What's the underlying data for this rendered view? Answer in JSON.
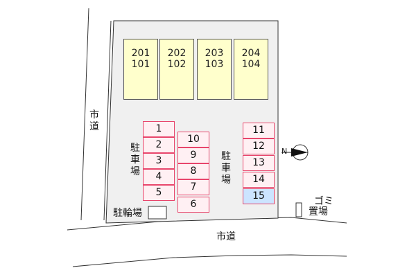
{
  "units": [
    {
      "upper": "201",
      "lower": "101"
    },
    {
      "upper": "202",
      "lower": "102"
    },
    {
      "upper": "203",
      "lower": "103"
    },
    {
      "upper": "204",
      "lower": "104"
    }
  ],
  "parking_left": [
    "1",
    "2",
    "3",
    "4",
    "5"
  ],
  "parking_center": [
    "10",
    "9",
    "8",
    "7",
    "6"
  ],
  "parking_right": [
    "11",
    "12",
    "13",
    "14",
    "15"
  ],
  "labels": {
    "city_road_left": "市道",
    "city_road_bottom": "市道",
    "parking_left": "駐車場",
    "parking_right": "駐車場",
    "bicycle_parking": "駐輪場",
    "garbage_line1": "ゴミ",
    "garbage_line2": "置場",
    "north": "N"
  },
  "colors": {
    "building_fill": "#ffffcc",
    "lot_fill": "#f0f0f0",
    "parking_border": "#e8456b",
    "parking_fill": "#fff0f3",
    "parking_highlight_fill": "#cce4ff"
  }
}
